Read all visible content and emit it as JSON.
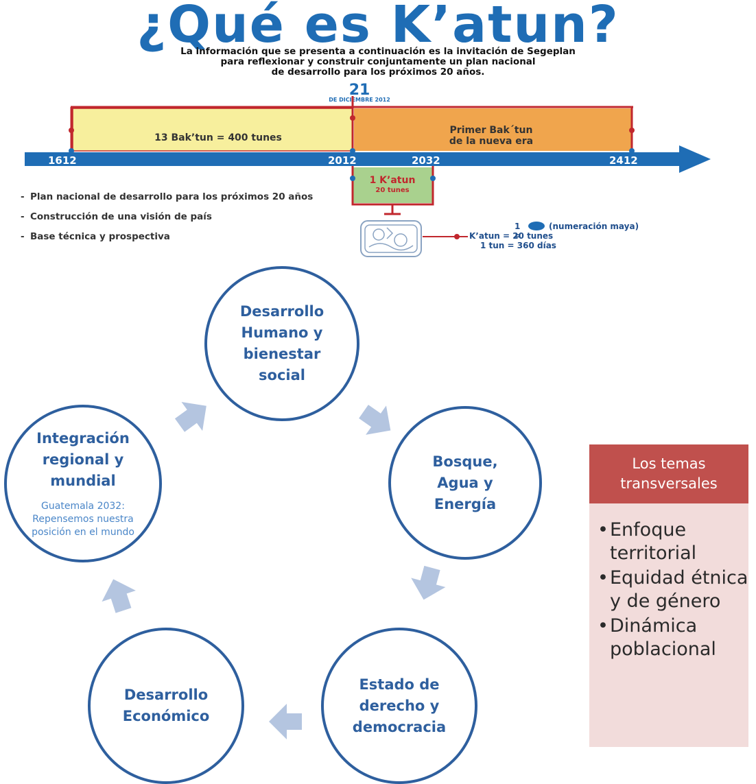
{
  "header": {
    "title": "¿Qué es K’atun?",
    "intro_lines": [
      "La información que se presenta a continuación es la invitación de Segeplan",
      "para reflexionar y construir conjuntamente un plan nacional",
      "de desarrollo para los próximos 20 años."
    ]
  },
  "timeline": {
    "marker_day": "21",
    "marker_date": "DE DICIEMBRE 2012",
    "left_block_label": "13 Bak’tun = 400 tunes",
    "right_block_label_1": "Primer Bak´tun",
    "right_block_label_2": "de la nueva era",
    "years": [
      "1612",
      "2012",
      "2032",
      "2412"
    ],
    "katun_title": "1 K’atun",
    "katun_sub": "20 tunes"
  },
  "bullets": [
    "Plan nacional de desarrollo para los próximos 20 años",
    "Construcción de una visión de país",
    "Base técnica y prospectiva"
  ],
  "legend": {
    "one": "1 =",
    "one_note": "(numeración maya)",
    "katun": "K’atun = 20 tunes",
    "tun": "1  tun = 360 días"
  },
  "cycle": {
    "nodes": [
      {
        "label": "Desarrollo Humano y bienestar social"
      },
      {
        "label": "Bosque, Agua y Energía"
      },
      {
        "label": "Estado de derecho y democracia"
      },
      {
        "label": "Desarrollo Económico"
      },
      {
        "label": "Integración regional y mundial",
        "sub": "Guatemala 2032: Repensemos nuestra posición en el mundo"
      }
    ]
  },
  "transversal": {
    "title": "Los temas transversales",
    "items": [
      "Enfoque territorial",
      "Equidad étnica y de género",
      "Dinámica poblacional"
    ]
  },
  "colors": {
    "title_blue": "#1f6db5",
    "yellow_block": "#f7ef9d",
    "orange_block": "#f0a54d",
    "green_block": "#a9d18e",
    "red_line": "#c1272d",
    "circle_border": "#2e5f9e",
    "arrow_fill": "#b4c5e0",
    "box_head": "#c0504d",
    "box_body": "#f2dcdb"
  }
}
